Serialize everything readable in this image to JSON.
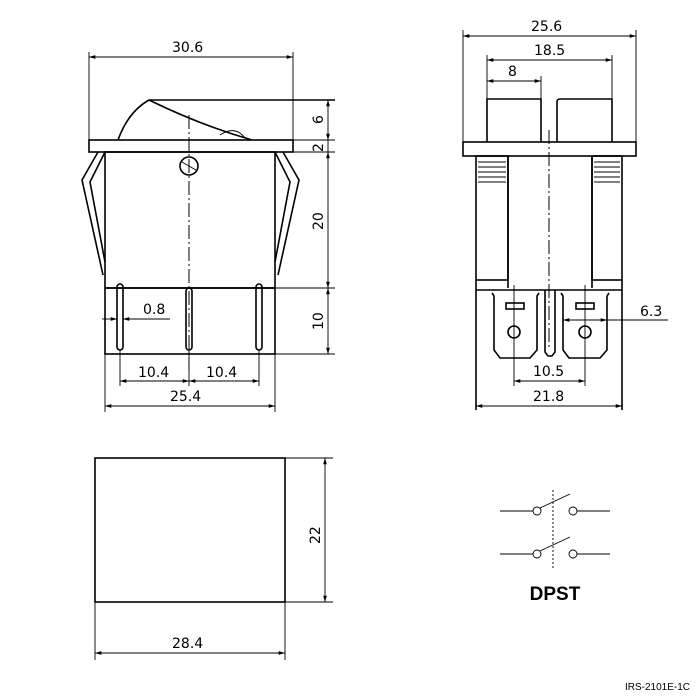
{
  "front_view": {
    "width_top": "30.6",
    "rocker_height": "6",
    "flange_thickness": "2",
    "body_height": "20",
    "pin_length": "10",
    "pin_thickness": "0.8",
    "pin_pitch_left": "10.4",
    "pin_pitch_right": "10.4",
    "body_width": "25.4"
  },
  "side_view": {
    "width_top": "25.6",
    "rocker_width": "18.5",
    "rocker_half": "8",
    "terminal_width": "6.3",
    "terminal_pitch": "10.5",
    "body_width": "21.8"
  },
  "cutout": {
    "height": "22",
    "width": "28.4"
  },
  "schematic": {
    "label": "DPST"
  },
  "part_number": "IRS-2101E-1C"
}
